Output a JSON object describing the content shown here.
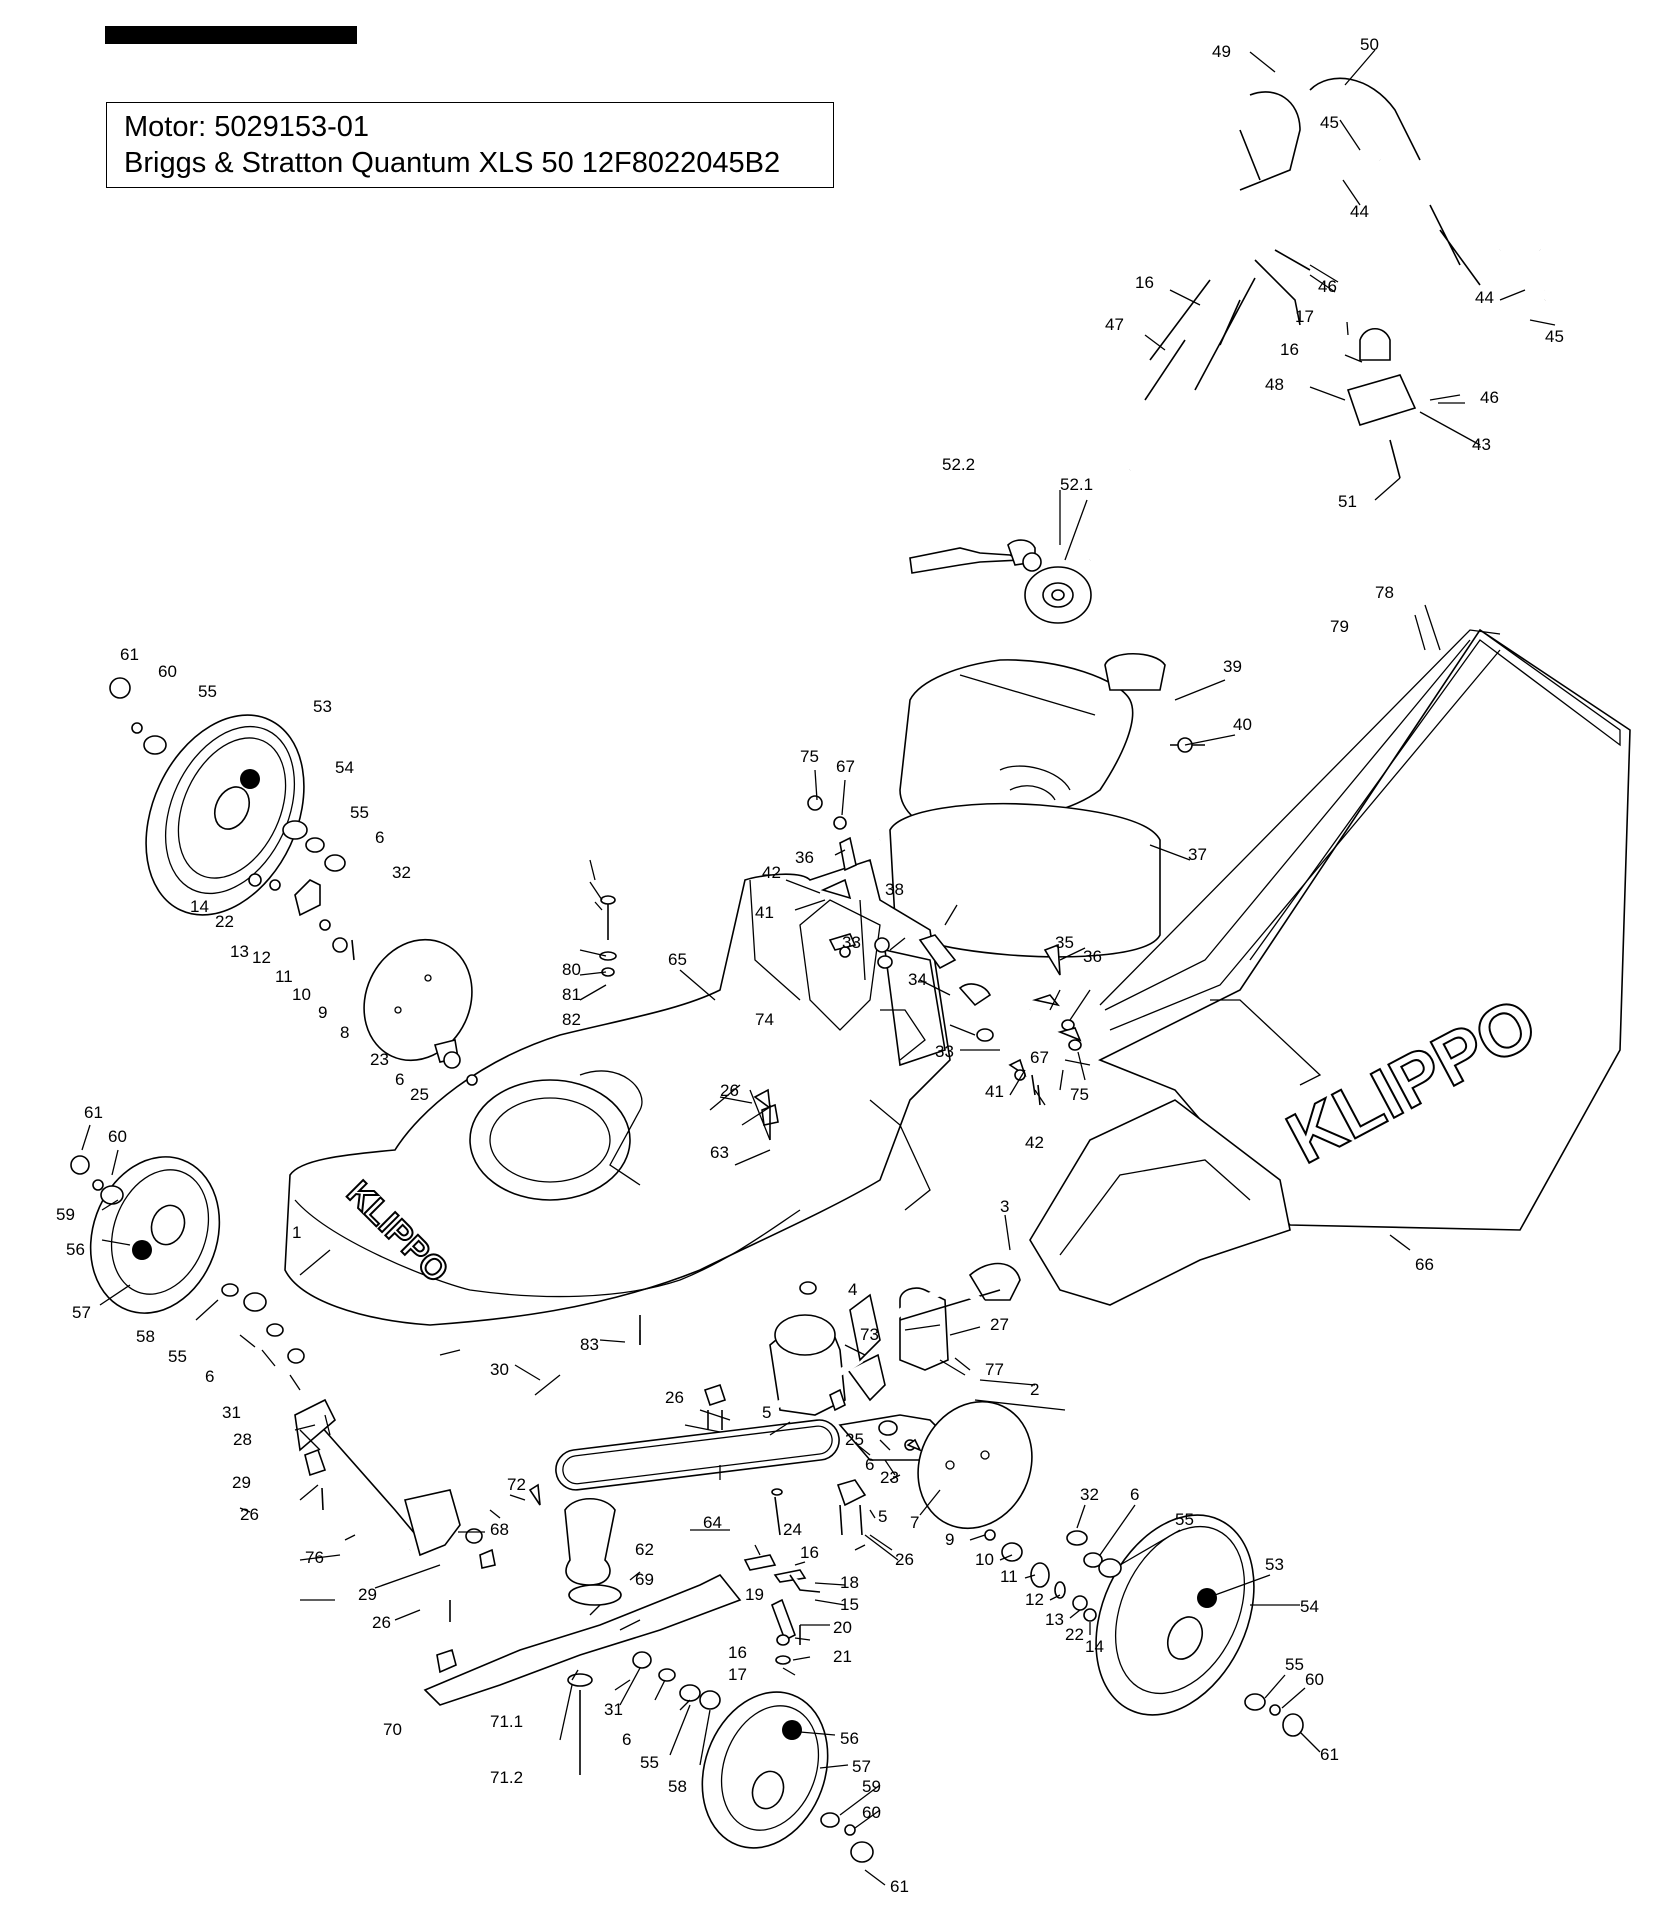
{
  "header": {
    "motor_line": "Motor: 5029153-01",
    "engine_line": "Briggs & Stratton Quantum XLS 50 12F8022045B2"
  },
  "brand": {
    "catcher_logo": "KLIPPO",
    "deck_logo": "KLIPPO"
  },
  "callouts": [
    "1",
    "2",
    "3",
    "4",
    "5",
    "5",
    "6",
    "6",
    "6",
    "6",
    "6",
    "7",
    "8",
    "9",
    "9",
    "10",
    "10",
    "11",
    "11",
    "12",
    "12",
    "13",
    "13",
    "14",
    "14",
    "15",
    "16",
    "16",
    "16",
    "16",
    "17",
    "17",
    "18",
    "19",
    "20",
    "21",
    "22",
    "22",
    "23",
    "23",
    "24",
    "25",
    "25",
    "26",
    "26",
    "26",
    "26",
    "26",
    "27",
    "28",
    "29",
    "29",
    "30",
    "31",
    "31",
    "32",
    "32",
    "33",
    "33",
    "34",
    "35",
    "36",
    "36",
    "37",
    "38",
    "39",
    "40",
    "41",
    "41",
    "42",
    "42",
    "43",
    "44",
    "44",
    "45",
    "45",
    "46",
    "46",
    "47",
    "48",
    "49",
    "50",
    "51",
    "52.2",
    "52.1",
    "53",
    "53",
    "54",
    "54",
    "55",
    "55",
    "55",
    "55",
    "55",
    "56",
    "56",
    "57",
    "57",
    "58",
    "58",
    "59",
    "59",
    "60",
    "60",
    "60",
    "60",
    "61",
    "61",
    "61",
    "61",
    "62",
    "63",
    "64",
    "65",
    "66",
    "67",
    "67",
    "68",
    "69",
    "70",
    "71.1",
    "71.2",
    "72",
    "73",
    "74",
    "75",
    "75",
    "76",
    "77",
    "78",
    "79",
    "80",
    "81",
    "82",
    "83"
  ]
}
